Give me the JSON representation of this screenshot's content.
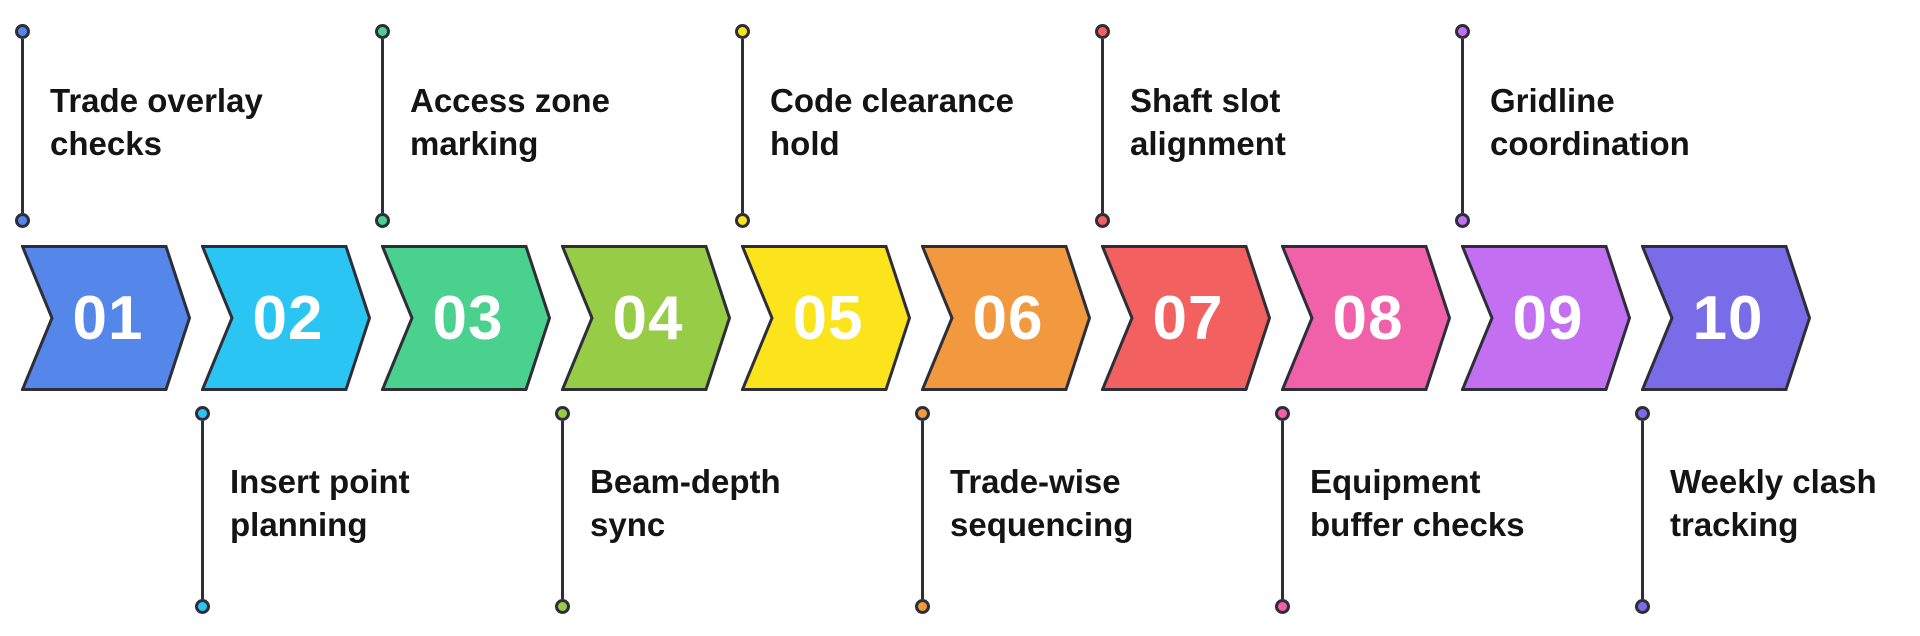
{
  "diagram_title": "10-step chevron process timeline",
  "background": "#ffffff",
  "outline_color": "#2e2e38",
  "number_color": "#ffffff",
  "label_color": "#141414",
  "steps": [
    {
      "num": "01",
      "label": "Trade overlay checks",
      "lines": [
        "Trade overlay",
        "checks"
      ],
      "color": "#5586EA",
      "label_position": "top"
    },
    {
      "num": "02",
      "label": "Insert point planning",
      "lines": [
        "Insert point",
        "planning"
      ],
      "color": "#2BC5F3",
      "label_position": "bottom"
    },
    {
      "num": "03",
      "label": "Access zone marking",
      "lines": [
        "Access zone",
        "marking"
      ],
      "color": "#49D18D",
      "label_position": "top"
    },
    {
      "num": "04",
      "label": "Beam-depth sync",
      "lines": [
        "Beam-depth",
        "sync"
      ],
      "color": "#97CC47",
      "label_position": "bottom"
    },
    {
      "num": "05",
      "label": "Code clearance hold",
      "lines": [
        "Code clearance",
        "hold"
      ],
      "color": "#FBE41C",
      "label_position": "top"
    },
    {
      "num": "06",
      "label": "Trade-wise sequencing",
      "lines": [
        "Trade-wise",
        "sequencing"
      ],
      "color": "#F2993F",
      "label_position": "bottom"
    },
    {
      "num": "07",
      "label": "Shaft slot alignment",
      "lines": [
        "Shaft slot",
        "alignment"
      ],
      "color": "#F26060",
      "label_position": "top"
    },
    {
      "num": "08",
      "label": "Equipment buffer checks",
      "lines": [
        "Equipment",
        "buffer checks"
      ],
      "color": "#F061AA",
      "label_position": "bottom"
    },
    {
      "num": "09",
      "label": "Gridline coordination",
      "lines": [
        "Gridline",
        "coordination"
      ],
      "color": "#C26FF2",
      "label_position": "top"
    },
    {
      "num": "10",
      "label": "Weekly clash tracking",
      "lines": [
        "Weekly clash",
        "tracking"
      ],
      "color": "#7A6CE9",
      "label_position": "bottom"
    }
  ]
}
